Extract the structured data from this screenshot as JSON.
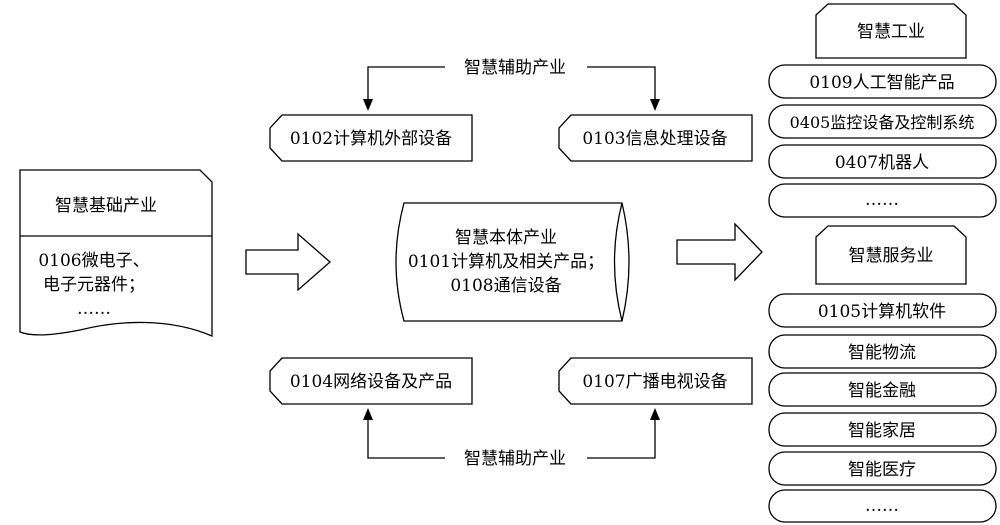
{
  "foundation": {
    "title": "智慧基础产业",
    "lines": [
      "0106微电子、",
      "电子元器件；",
      "……"
    ]
  },
  "core": {
    "lines": [
      "智慧本体产业",
      "0101计算机及相关产品；",
      "0108通信设备"
    ]
  },
  "auxiliary_top": {
    "label": "智慧辅助产业",
    "items": [
      "0102计算机外部设备",
      "0103信息处理设备"
    ]
  },
  "auxiliary_bottom": {
    "label": "智慧辅助产业",
    "items": [
      "0104网络设备及产品",
      "0107广播电视设备"
    ]
  },
  "industry": {
    "title": "智慧工业",
    "items": [
      "0109人工智能产品",
      "0405监控设备及控制系统",
      "0407机器人",
      "……"
    ]
  },
  "service": {
    "title": "智慧服务业",
    "items": [
      "0105计算机软件",
      "智能物流",
      "智能金融",
      "智能家居",
      "智能医疗",
      "……"
    ]
  }
}
